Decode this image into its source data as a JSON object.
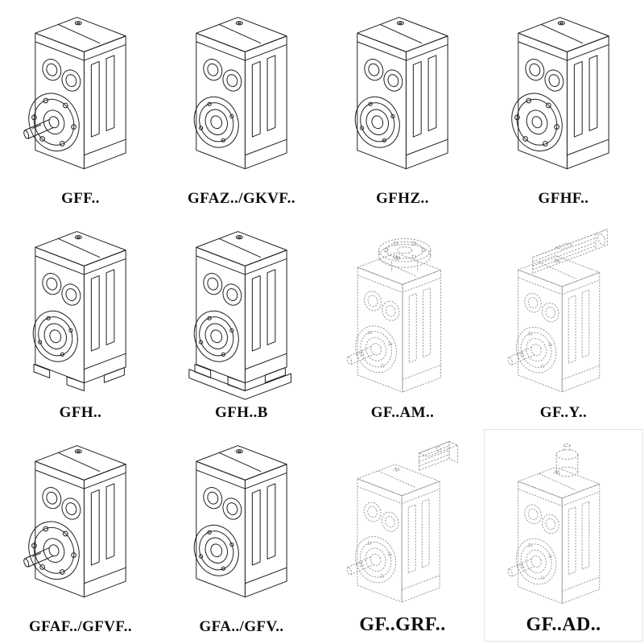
{
  "page": {
    "background": "#ffffff",
    "ink_color": "#1c1c1c",
    "dashed_ink_color": "#8e8e8e"
  },
  "catalog": {
    "items": [
      {
        "label": "GFF..",
        "drawing": "parallel-shaft gear unit, output flange with bolt holes and solid shaft"
      },
      {
        "label": "GFAZ../GKVF..",
        "drawing": "parallel-shaft gear unit, hollow shaft bearing face"
      },
      {
        "label": "GFHZ..",
        "drawing": "parallel-shaft gear unit, hollow shaft bearing face"
      },
      {
        "label": "GFHF..",
        "drawing": "parallel-shaft gear unit, output flange with bolt holes"
      },
      {
        "label": "GFH..",
        "drawing": "foot-mounted parallel-shaft gear unit"
      },
      {
        "label": "GFH..B",
        "drawing": "foot-mounted parallel-shaft gear unit with base plate"
      },
      {
        "label": "GF..AM..",
        "drawing": "gear unit with top input flange adapter, dashed outline"
      },
      {
        "label": "GF..Y..",
        "drawing": "gear unit with mounted motor, dashed outline"
      },
      {
        "label": "GFAF../GFVF..",
        "drawing": "parallel-shaft gear unit, output flange with solid shaft"
      },
      {
        "label": "GFA../GFV..",
        "drawing": "parallel-shaft gear unit, hollow shaft bearing face"
      },
      {
        "label": "GF..GRF..",
        "drawing": "gear unit with finned input housing, dashed outline"
      },
      {
        "label": "GF..AD..",
        "drawing": "gear unit with input adapter cylinder and shaft stub, dashed outline"
      }
    ]
  }
}
